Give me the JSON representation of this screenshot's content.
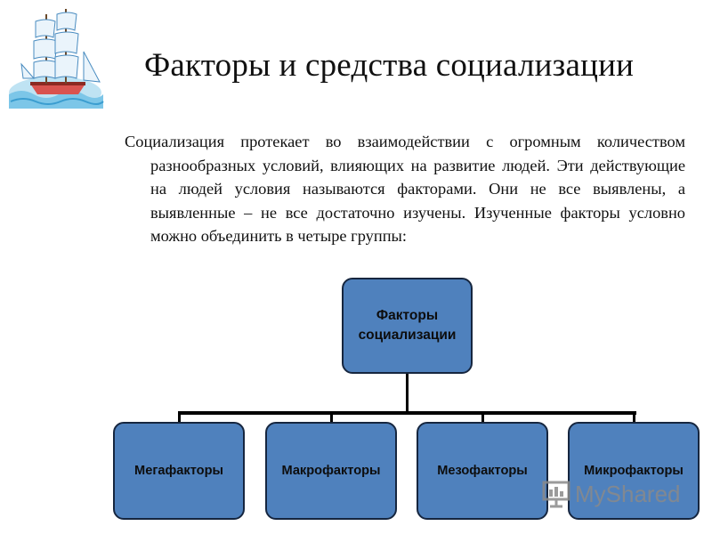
{
  "slide": {
    "title": "Факторы и средства социализации",
    "paragraph": "Социализация протекает во взаимодействии с огромным количеством разнообразных условий, влияющих на развитие людей. Эти действующие на людей условия называются факторами. Они не все выявлены, а выявленные – не все достаточно изучены. Изученные факторы условно можно объединить в четыре группы:"
  },
  "diagram": {
    "root": "Факторы социализации",
    "children": [
      "Мегафакторы",
      "Макрофакторы",
      "Мезофакторы",
      "Микрофакторы"
    ],
    "box_color": "#4f81bd"
  },
  "watermark": {
    "text": "MyShared"
  },
  "icons": {
    "logo": "sailing-ship-icon",
    "watermark_icon": "presentation-board-icon"
  }
}
